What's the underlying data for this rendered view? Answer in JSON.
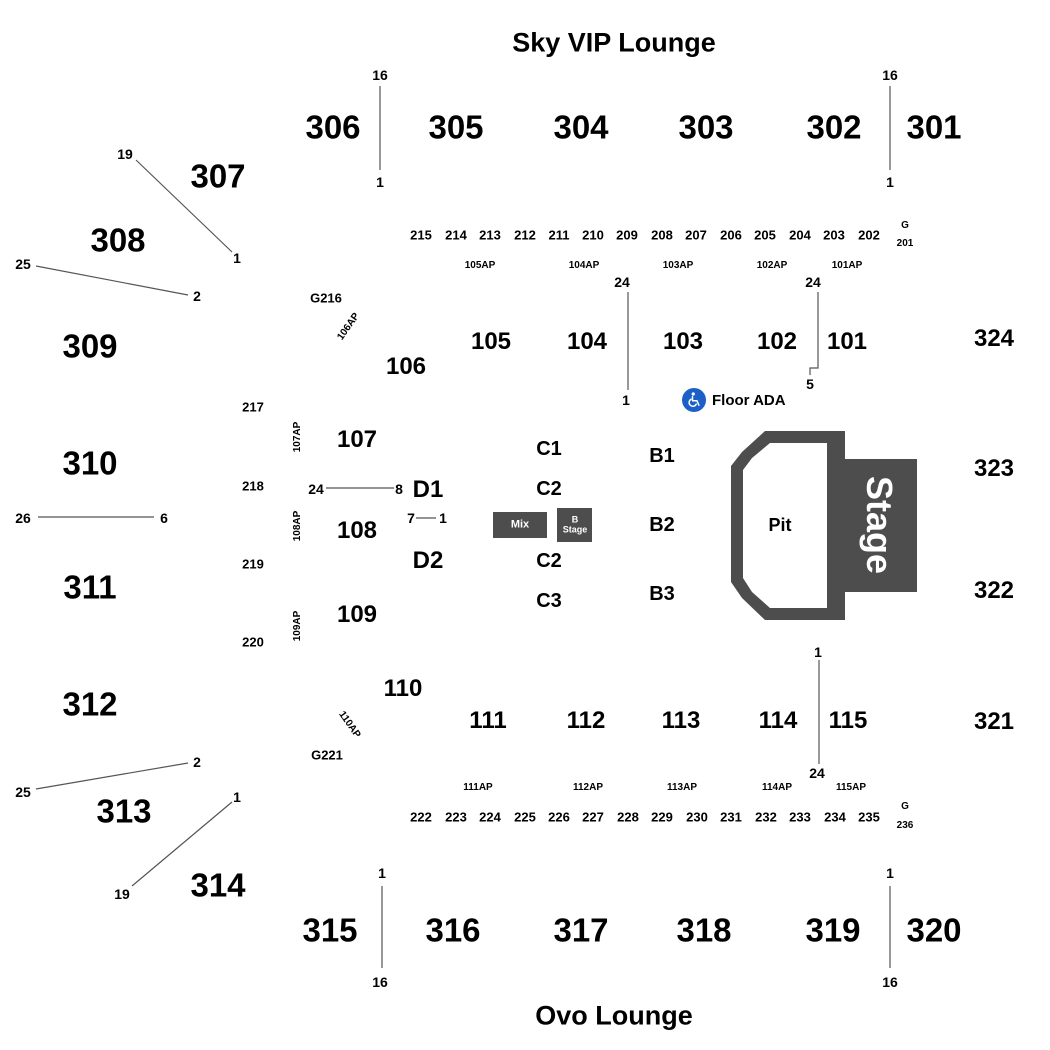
{
  "titles": {
    "top": "Sky VIP Lounge",
    "bottom": "Ovo Lounge"
  },
  "stage": {
    "pit": "Pit",
    "stage": "Stage",
    "mix": "Mix",
    "b_stage_line1": "B",
    "b_stage_line2": "Stage",
    "floor_ada": "Floor ADA"
  },
  "sections_300": [
    "301",
    "302",
    "303",
    "304",
    "305",
    "306",
    "307",
    "308",
    "309",
    "310",
    "311",
    "312",
    "313",
    "314",
    "315",
    "316",
    "317",
    "318",
    "319",
    "320",
    "321",
    "322",
    "323",
    "324"
  ],
  "sections_100": [
    "101",
    "102",
    "103",
    "104",
    "105",
    "106",
    "107",
    "108",
    "109",
    "110",
    "111",
    "112",
    "113",
    "114",
    "115"
  ],
  "sections_200_top": [
    "215",
    "214",
    "213",
    "212",
    "211",
    "210",
    "209",
    "208",
    "207",
    "206",
    "205",
    "204",
    "203",
    "202"
  ],
  "sections_200_bottom": [
    "222",
    "223",
    "224",
    "225",
    "226",
    "227",
    "228",
    "229",
    "230",
    "231",
    "232",
    "233",
    "234",
    "235"
  ],
  "sections_200_side": [
    "217",
    "218",
    "219",
    "220"
  ],
  "g_labels": {
    "g201_g": "G",
    "g201_n": "201",
    "g236_g": "G",
    "g236_n": "236",
    "g216": "G216",
    "g221": "G221"
  },
  "ap_top": [
    "105AP",
    "104AP",
    "103AP",
    "102AP",
    "101AP"
  ],
  "ap_bottom": [
    "111AP",
    "112AP",
    "113AP",
    "114AP",
    "115AP"
  ],
  "ap_side": [
    "106AP",
    "107AP",
    "108AP",
    "109AP",
    "110AP"
  ],
  "floor_sections": [
    "B1",
    "B2",
    "B3",
    "C1",
    "C2",
    "C2",
    "C3",
    "D1",
    "D2"
  ],
  "row_markers": {
    "top_left_16": "16",
    "top_left_1": "1",
    "top_right_16": "16",
    "top_right_1": "1",
    "bottom_left_1": "1",
    "bottom_left_16": "16",
    "bottom_right_1": "1",
    "bottom_right_16": "16",
    "ul_19": "19",
    "ul_1": "1",
    "ul_25": "25",
    "ul_2": "2",
    "left_26": "26",
    "left_6": "6",
    "ll_25": "25",
    "ll_2": "2",
    "ll_1": "1",
    "ll_19": "19",
    "s104_24": "24",
    "s104_1": "1",
    "s101_24": "24",
    "s101_5": "5",
    "s115_1": "1",
    "s115_24": "24",
    "d1_24": "24",
    "d1_8": "8",
    "d1_7": "7",
    "d1_1": "1"
  },
  "colors": {
    "stage_fill": "#4d4d4d",
    "ada_icon_bg": "#1c5fc7",
    "line": "#555555"
  },
  "icons": [
    "wheelchair-icon"
  ]
}
